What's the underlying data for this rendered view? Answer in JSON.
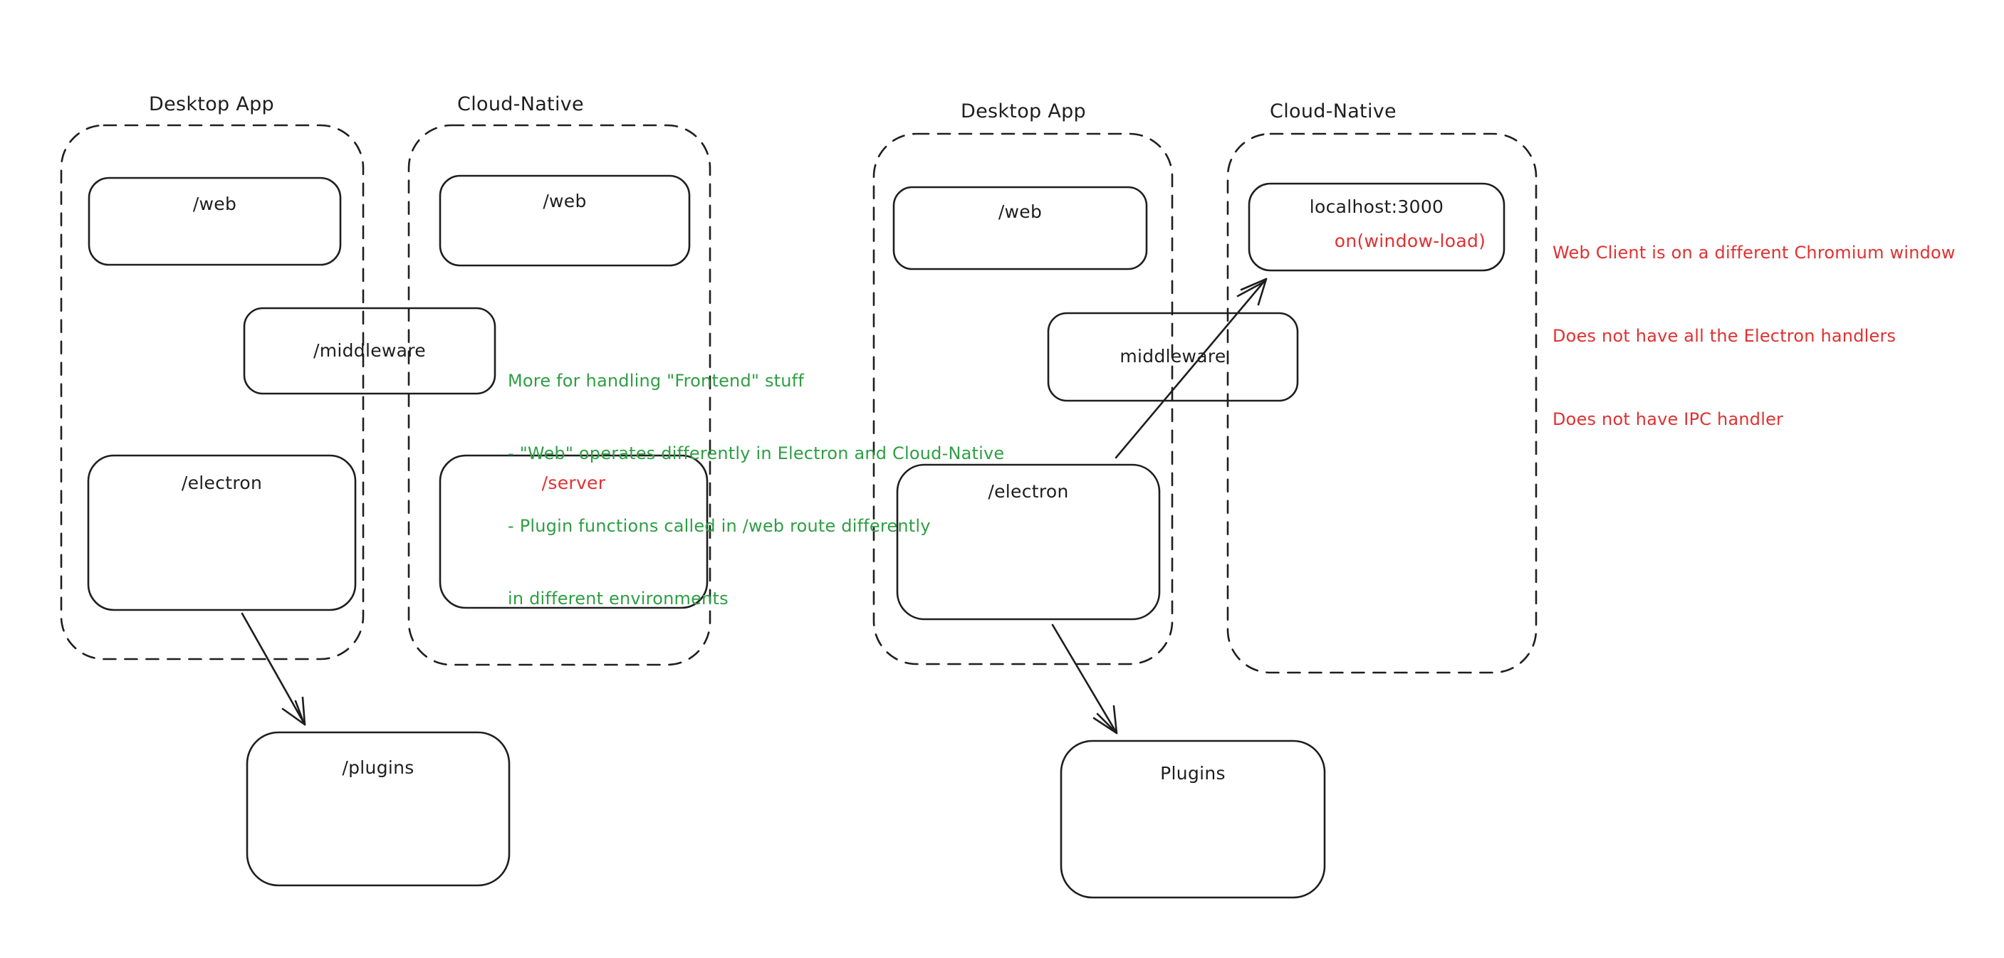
{
  "colors": {
    "background": "#ffffff",
    "ink": "#1e1e1e",
    "red": "#e03131",
    "green": "#2f9e44"
  },
  "left": {
    "title_desktop": "Desktop App",
    "title_cloud": "Cloud-Native",
    "box_web_desktop": "/web",
    "box_web_cloud": "/web",
    "box_middleware": "/middleware",
    "box_electron": "/electron",
    "box_server": "/server",
    "box_plugins": "/plugins",
    "note": {
      "color": "#2f9e44",
      "lines": [
        "More for handling \"Frontend\" stuff",
        "- \"Web\" operates differently in Electron and Cloud-Native",
        "- Plugin functions called in /web route differently",
        "in different environments"
      ]
    }
  },
  "right": {
    "title_desktop": "Desktop App",
    "title_cloud": "Cloud-Native",
    "box_web": "/web",
    "box_localhost": "localhost:3000",
    "box_localhost_event": "on(window-load)",
    "box_middleware": "middleware",
    "box_electron": "/electron",
    "box_plugins": "Plugins",
    "note": {
      "color": "#e03131",
      "lines": [
        "Web Client is on a different Chromium window",
        "Does not have all the Electron handlers",
        "Does not have IPC handler"
      ]
    }
  }
}
